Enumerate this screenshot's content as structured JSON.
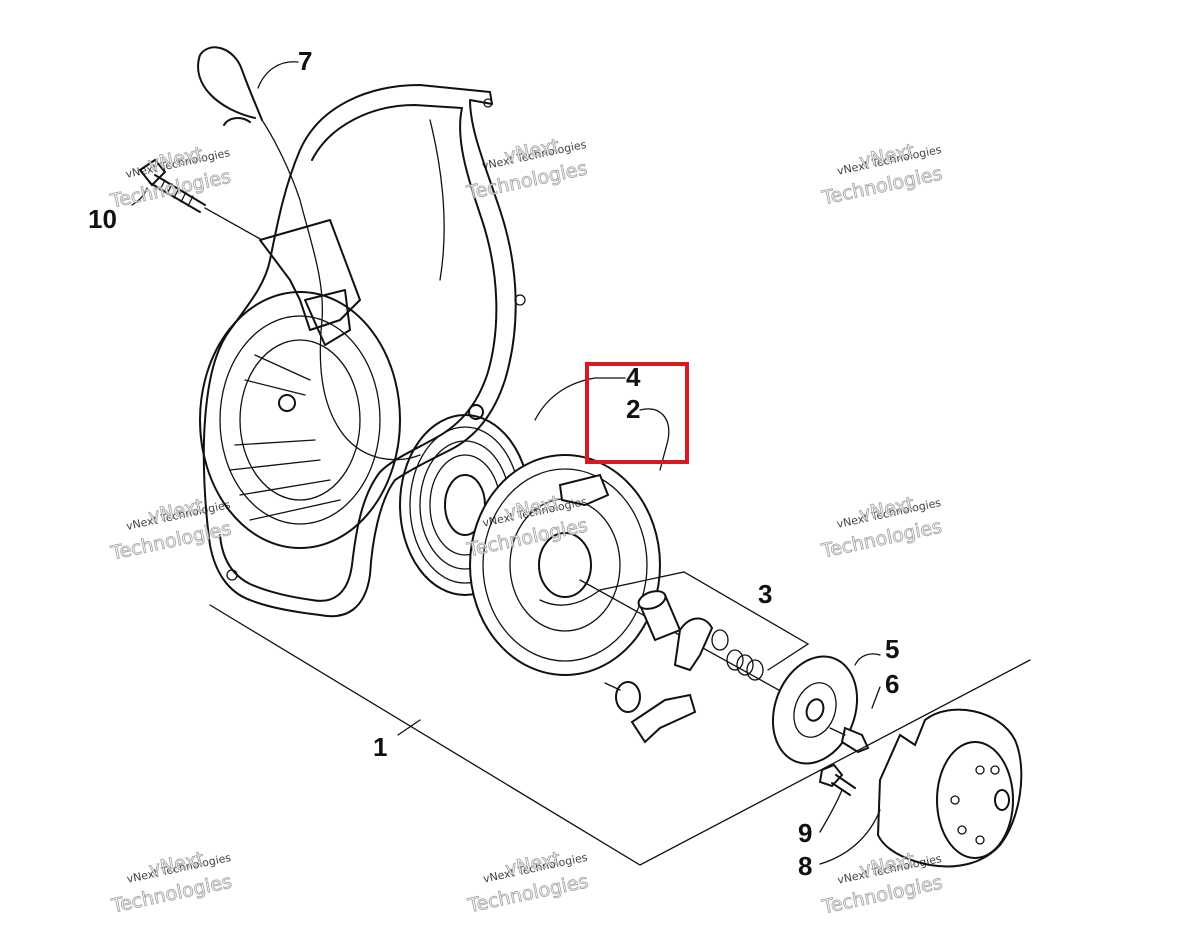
{
  "diagram": {
    "callouts": [
      {
        "id": "7",
        "label": "7"
      },
      {
        "id": "10",
        "label": "10"
      },
      {
        "id": "4",
        "label": "4"
      },
      {
        "id": "2",
        "label": "2"
      },
      {
        "id": "3",
        "label": "3"
      },
      {
        "id": "5",
        "label": "5"
      },
      {
        "id": "6",
        "label": "6"
      },
      {
        "id": "1",
        "label": "1"
      },
      {
        "id": "9",
        "label": "9"
      },
      {
        "id": "8",
        "label": "8"
      }
    ],
    "highlight_color": "#d71920"
  },
  "watermark": {
    "line1": "vNext Technologies",
    "big1": "vNext",
    "big2": "Technologies"
  }
}
